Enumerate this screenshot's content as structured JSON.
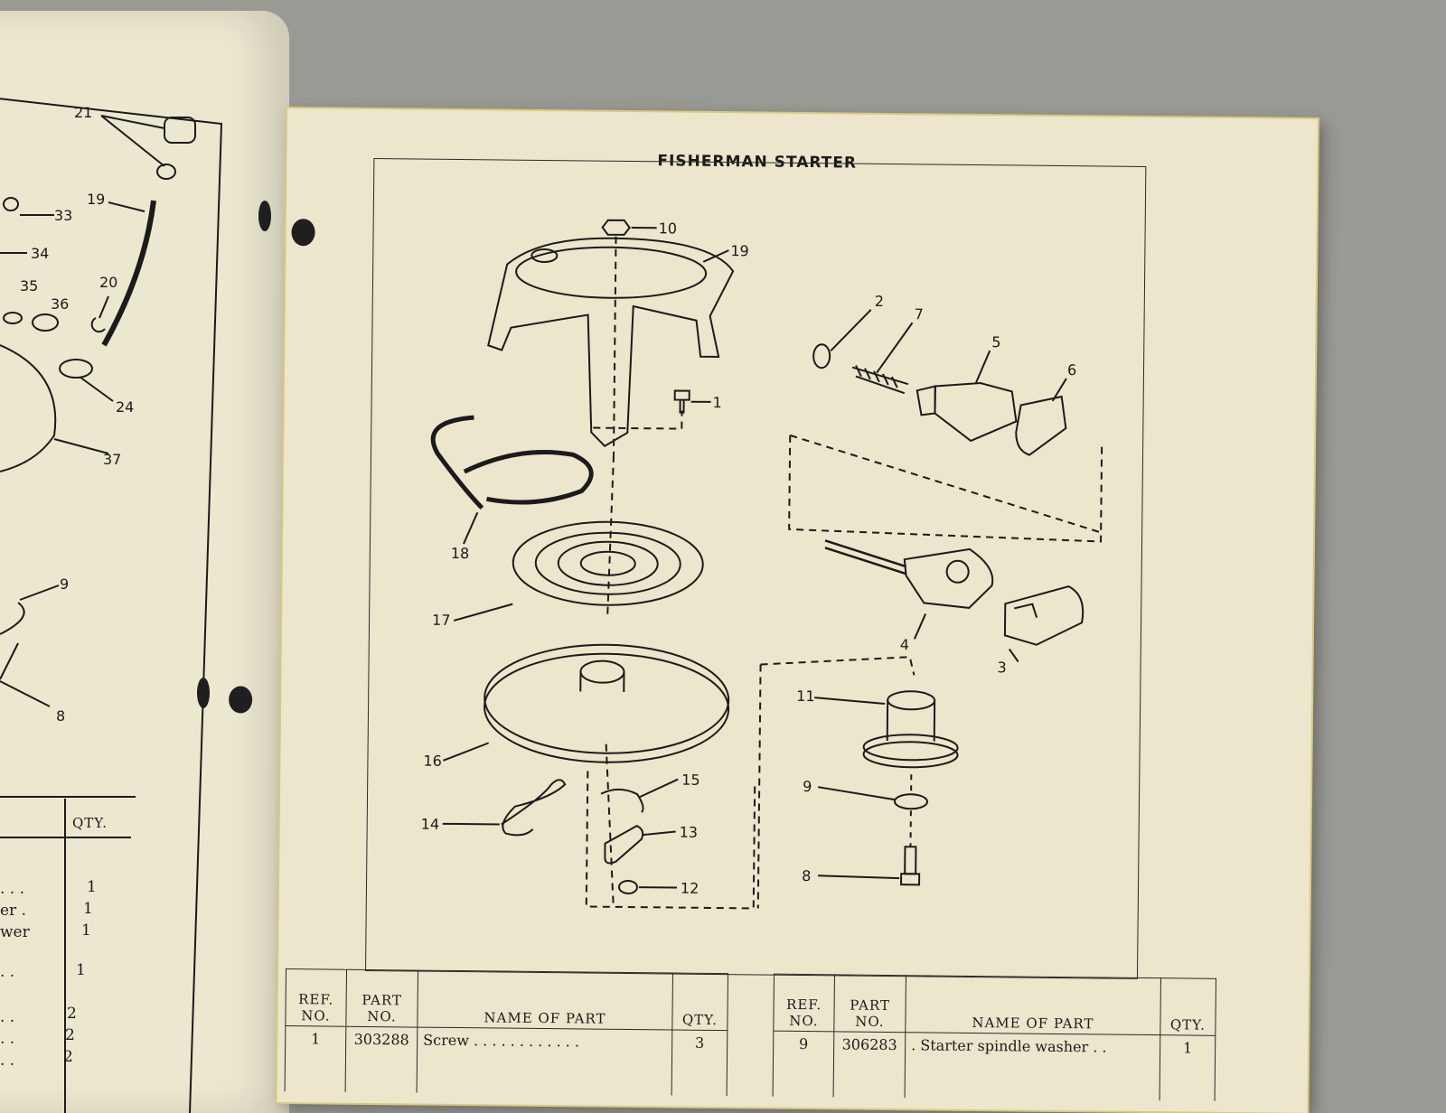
{
  "page": {
    "title": "FISHERMAN STARTER"
  },
  "left_page": {
    "callouts": [
      "21",
      "19",
      "33",
      "34",
      "20",
      "35",
      "36",
      "24",
      "37",
      "9",
      "8"
    ],
    "qty_header": "QTY.",
    "name_fragments": [
      ". . .",
      "er .",
      "wer",
      ". .",
      ". .",
      ". .",
      ". ."
    ],
    "qty_values": [
      "1",
      "1",
      "1",
      "1",
      "2",
      "2",
      "2"
    ]
  },
  "diagram": {
    "callouts": [
      "10",
      "19",
      "1",
      "2",
      "7",
      "5",
      "6",
      "18",
      "17",
      "4",
      "3",
      "16",
      "11",
      "9",
      "15",
      "14",
      "13",
      "12",
      "8"
    ]
  },
  "table_left": {
    "headers": [
      "REF. NO.",
      "PART NO.",
      "NAME OF PART",
      "QTY."
    ],
    "rows": [
      {
        "ref": "1",
        "part": "303288",
        "name": "Screw . . . . . . . . . . . .",
        "qty": "3"
      }
    ]
  },
  "table_right": {
    "headers": [
      "REF. NO.",
      "PART NO.",
      "NAME OF PART",
      "QTY."
    ],
    "rows": [
      {
        "ref": "9",
        "part": "306283",
        "name": ". Starter spindle washer . .",
        "qty": "1"
      }
    ]
  },
  "colors": {
    "paper": "#ebe6cc",
    "ink": "#1b1b1b",
    "background": "#9a9a95",
    "edge": "#d9c97a"
  }
}
